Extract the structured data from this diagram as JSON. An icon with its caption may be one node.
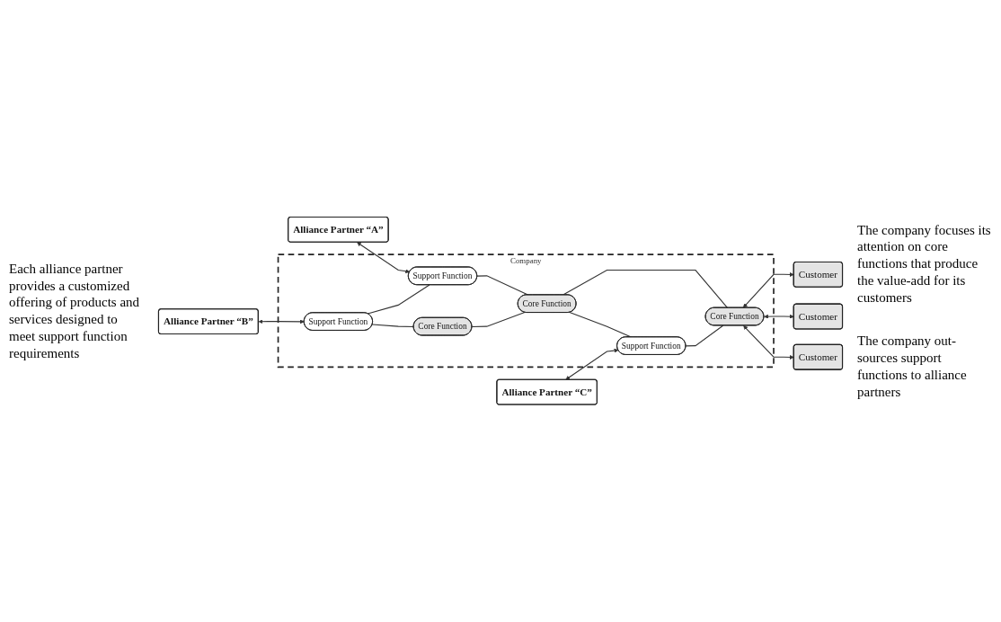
{
  "diagram": {
    "nodes": [
      {
        "text": [
          "Company"
        ]
      },
      {
        "text": [
          "Support Function"
        ],
        "in": 0
      },
      {
        "text": [
          "Support Function"
        ],
        "in": 0
      },
      {
        "text": [
          "Core Function"
        ],
        "in": 0
      },
      {
        "text": [
          "Core Function"
        ],
        "in": 0
      },
      {
        "text": [
          "Support Function"
        ],
        "in": 0
      },
      {
        "text": [
          "Core Function"
        ],
        "in": 0
      },
      {
        "text": [
          "Alliance Partner “A”"
        ]
      },
      {
        "text": [
          "Alliance Partner “B”"
        ]
      },
      {
        "text": [
          "Alliance Partner “C”"
        ]
      },
      {
        "text": [
          "Customer"
        ]
      },
      {
        "text": [
          "Customer"
        ]
      },
      {
        "text": [
          "Customer"
        ]
      }
    ],
    "edges": [
      {
        "from": 7,
        "to": 2,
        "arrow": "both"
      },
      {
        "from": 8,
        "to": 1,
        "arrow": "both"
      },
      {
        "from": 1,
        "to": 2,
        "arrow": "none"
      },
      {
        "from": 1,
        "to": 3,
        "arrow": "none"
      },
      {
        "from": 2,
        "to": 4,
        "arrow": "none"
      },
      {
        "from": 3,
        "to": 4,
        "arrow": "none"
      },
      {
        "from": 4,
        "to": 5,
        "arrow": "none"
      },
      {
        "from": 4,
        "to": 6,
        "arrow": "none"
      },
      {
        "from": 5,
        "to": 6,
        "arrow": "none"
      },
      {
        "from": 9,
        "to": 5,
        "arrow": "both"
      },
      {
        "from": 6,
        "to": 10,
        "arrow": "both"
      },
      {
        "from": 6,
        "to": 11,
        "arrow": "both"
      },
      {
        "from": 6,
        "to": 12,
        "arrow": "both"
      }
    ],
    "labels": [
      "The company focuses its attention on core functions that produce the value-add for its customers",
      "Each alliance partner provides a customized offering of products and services designed to meet support function requirements",
      "The company out-sources support functions to alliance partners"
    ]
  }
}
